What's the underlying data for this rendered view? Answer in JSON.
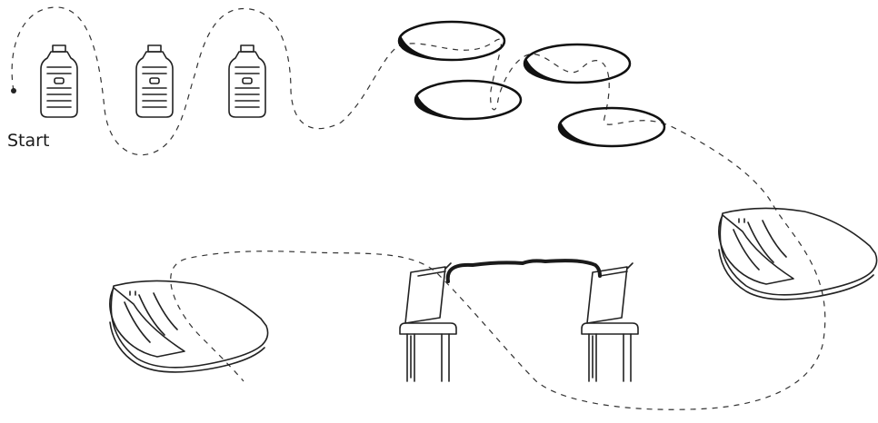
{
  "diagram": {
    "start_label": "Start",
    "stations": [
      {
        "id": "bottles",
        "icon": "water-bottle-icon",
        "count": 3
      },
      {
        "id": "rings",
        "icon": "ring-icon",
        "count": 4
      },
      {
        "id": "pillows",
        "icon": "pillow-icon",
        "count": 2
      },
      {
        "id": "chairs",
        "icon": "chair-icon",
        "count": 2,
        "connector": "rope-icon"
      }
    ],
    "colors": {
      "line": "#222222",
      "path": "#333333",
      "background": "#ffffff"
    }
  }
}
